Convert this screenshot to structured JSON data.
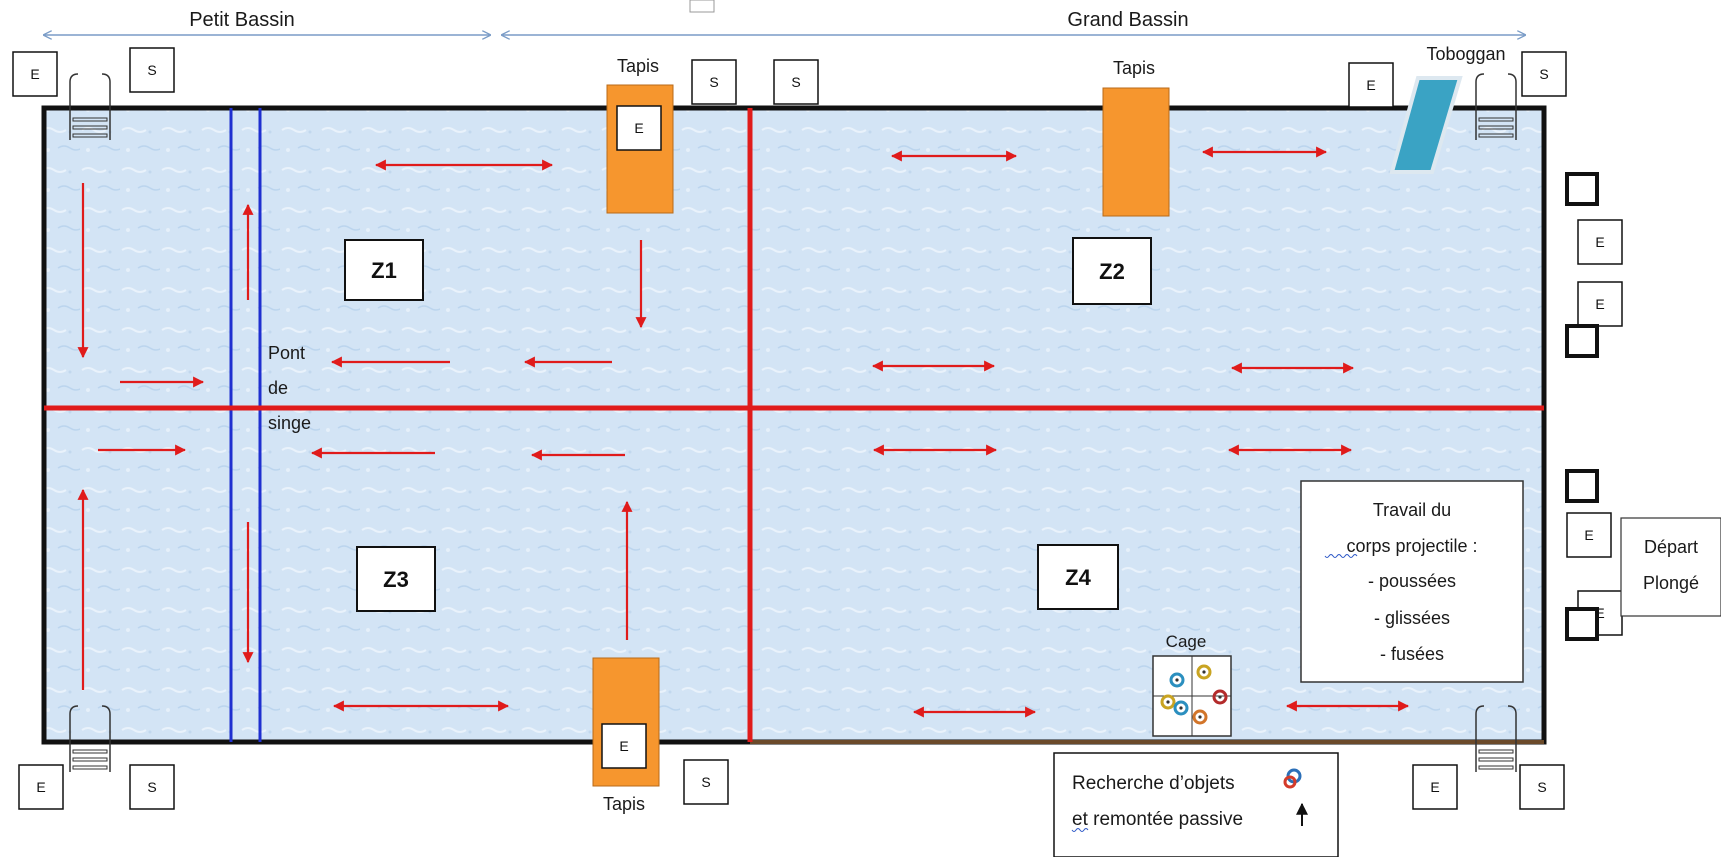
{
  "labels": {
    "petit_bassin": "Petit Bassin",
    "grand_bassin": "Grand Bassin",
    "tapis": "Tapis",
    "toboggan": "Toboggan",
    "pont_line1": "Pont",
    "pont_line2": "de",
    "pont_line3": "singe",
    "cage": "Cage",
    "depart_line1": "Départ",
    "depart_line2": "Plongé",
    "recherche_line1": "Recherche d’objets",
    "recherche_line2": "et remontée passive",
    "entry": "E",
    "exit": "S"
  },
  "zones": [
    "Z1",
    "Z2",
    "Z3",
    "Z4"
  ],
  "travail": {
    "title_line1": "Travail du",
    "title_line2": "corps projectile :",
    "items": [
      "- poussées",
      "- glissées",
      "- fusées"
    ]
  },
  "colors": {
    "water": "#cfe1f3",
    "pool_border": "#111111",
    "zone_divider": "#e01b1b",
    "arrow": "#e01b1b",
    "rope": "#1f2fd0",
    "tapis": "#f6962e",
    "toboggan": "#3aa3c4",
    "dimension_line": "#7a9cc7"
  },
  "icons": [
    "ladder-icon",
    "ring-icon",
    "starting-block-icon"
  ]
}
